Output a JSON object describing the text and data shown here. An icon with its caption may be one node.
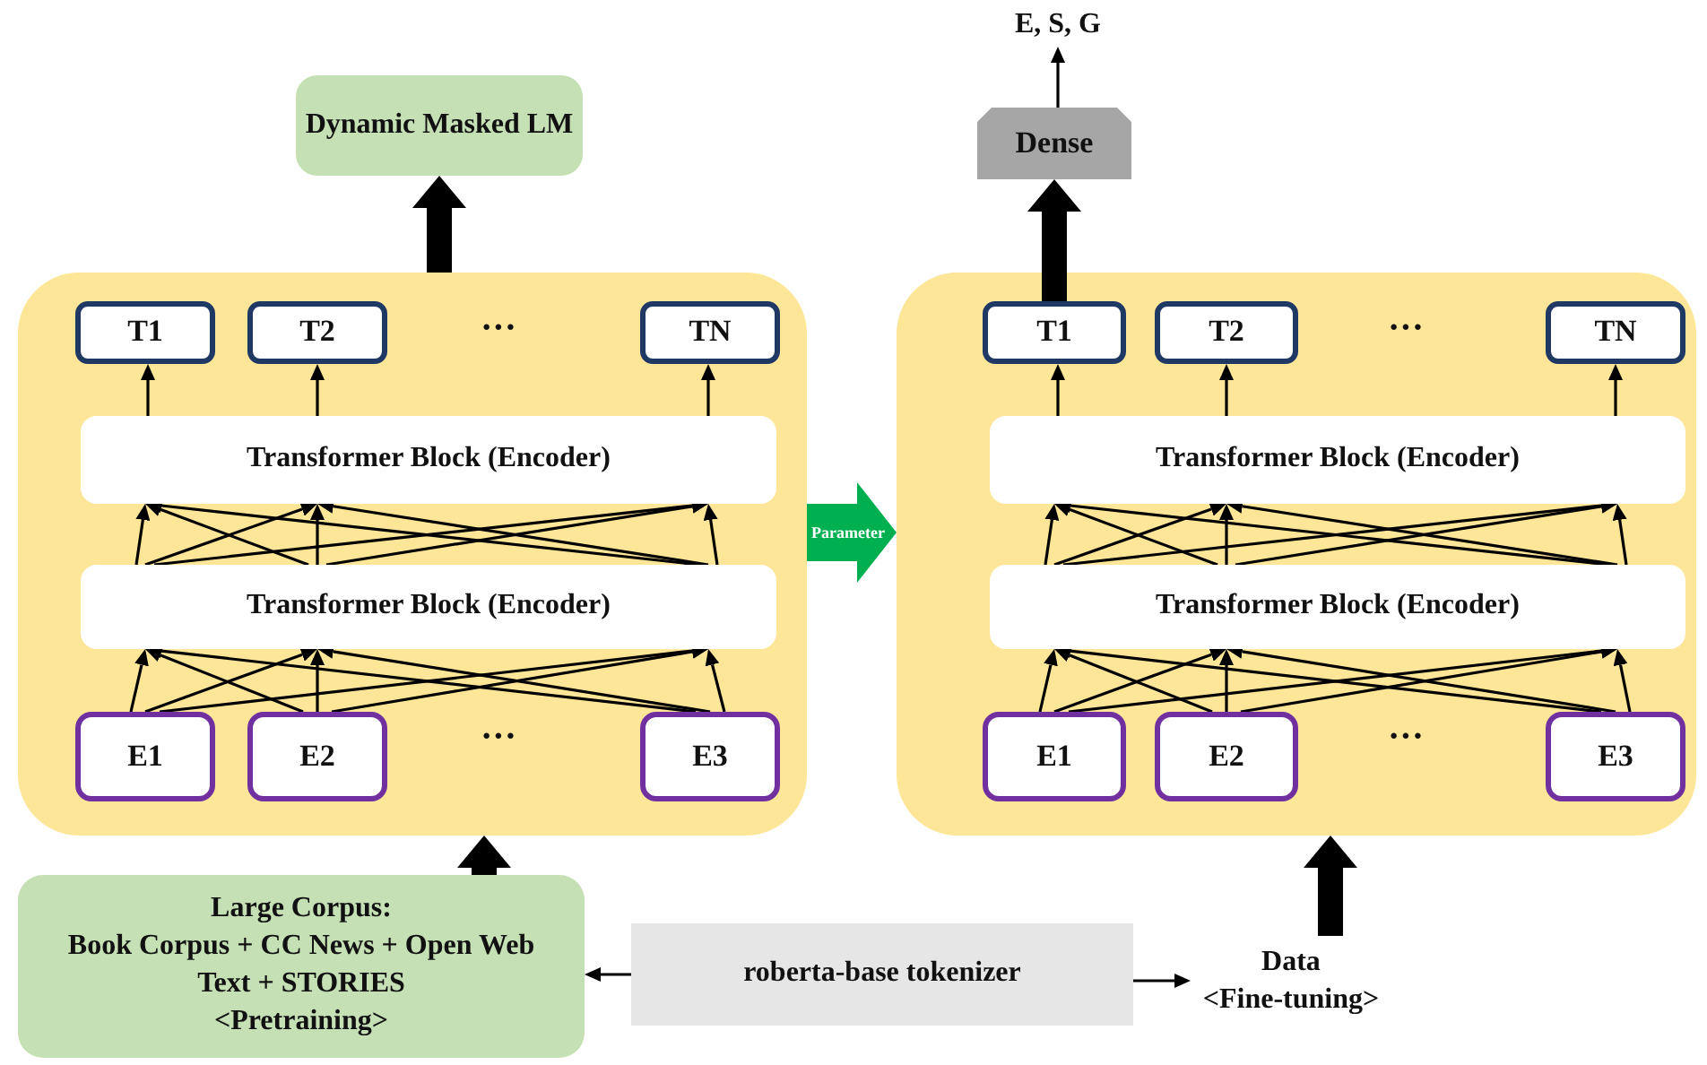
{
  "diagram": {
    "nodes": [
      {
        "text": [
          "E, S, G"
        ]
      },
      {
        "text": [
          "Dense"
        ]
      },
      {
        "text": [
          "Dynamic Masked LM"
        ]
      },
      {
        "text": [],
        "shape": "box"
      },
      {
        "text": [
          "T1"
        ],
        "in": 3
      },
      {
        "text": [
          "T2"
        ],
        "in": 3
      },
      {
        "text": [
          "TN"
        ],
        "in": 3
      },
      {
        "text": [
          "Transformer Block (Encoder)"
        ],
        "in": 3
      },
      {
        "text": [
          "Transformer Block (Encoder)"
        ],
        "in": 3
      },
      {
        "text": [
          "E1"
        ],
        "in": 3
      },
      {
        "text": [
          "E2"
        ],
        "in": 3
      },
      {
        "text": [
          "E3"
        ],
        "in": 3
      },
      {
        "text": [],
        "shape": "box"
      },
      {
        "text": [
          "T1"
        ],
        "in": 12
      },
      {
        "text": [
          "T2"
        ],
        "in": 12
      },
      {
        "text": [
          "TN"
        ],
        "in": 12
      },
      {
        "text": [
          "Transformer Block (Encoder)"
        ],
        "in": 12
      },
      {
        "text": [
          "Transformer Block (Encoder)"
        ],
        "in": 12
      },
      {
        "text": [
          "E1"
        ],
        "in": 12
      },
      {
        "text": [
          "E2"
        ],
        "in": 12
      },
      {
        "text": [
          "E3"
        ],
        "in": 12
      },
      {
        "text": [
          "Large Corpus:",
          "Book Corpus + CC News + Open Web Text + STORIES",
          "<Pretraining>"
        ]
      },
      {
        "text": [
          "roberta-base tokenizer"
        ]
      },
      {
        "text": [
          "Data",
          "<Fine-tuning>"
        ]
      }
    ],
    "edges": [
      {
        "from": 3,
        "to": 2,
        "arrow": "to",
        "style": "thick"
      },
      {
        "from": 7,
        "to": 4,
        "arrow": "to"
      },
      {
        "from": 7,
        "to": 5,
        "arrow": "to"
      },
      {
        "from": 7,
        "to": 6,
        "arrow": "to"
      },
      {
        "from": 8,
        "to": 7,
        "arrow": "to"
      },
      {
        "from": 8,
        "to": 7,
        "arrow": "to"
      },
      {
        "from": 8,
        "to": 7,
        "arrow": "to"
      },
      {
        "from": 8,
        "to": 7,
        "arrow": "to"
      },
      {
        "from": 8,
        "to": 7,
        "arrow": "to"
      },
      {
        "from": 8,
        "to": 7,
        "arrow": "to"
      },
      {
        "from": 8,
        "to": 7,
        "arrow": "to"
      },
      {
        "from": 8,
        "to": 7,
        "arrow": "to"
      },
      {
        "from": 8,
        "to": 7,
        "arrow": "to"
      },
      {
        "from": 9,
        "to": 8,
        "arrow": "to"
      },
      {
        "from": 9,
        "to": 8,
        "arrow": "to"
      },
      {
        "from": 9,
        "to": 8,
        "arrow": "to"
      },
      {
        "from": 10,
        "to": 8,
        "arrow": "to"
      },
      {
        "from": 10,
        "to": 8,
        "arrow": "to"
      },
      {
        "from": 10,
        "to": 8,
        "arrow": "to"
      },
      {
        "from": 11,
        "to": 8,
        "arrow": "to"
      },
      {
        "from": 11,
        "to": 8,
        "arrow": "to"
      },
      {
        "from": 11,
        "to": 8,
        "arrow": "to"
      },
      {
        "from": 3,
        "to": 12,
        "arrow": "to",
        "label": "Parameter",
        "style": "thick",
        "color": "#00b050"
      },
      {
        "from": 13,
        "to": 1,
        "arrow": "to",
        "style": "thick"
      },
      {
        "from": 1,
        "to": 0,
        "arrow": "to"
      },
      {
        "from": 16,
        "to": 13,
        "arrow": "to"
      },
      {
        "from": 16,
        "to": 14,
        "arrow": "to"
      },
      {
        "from": 16,
        "to": 15,
        "arrow": "to"
      },
      {
        "from": 17,
        "to": 16,
        "arrow": "to"
      },
      {
        "from": 17,
        "to": 16,
        "arrow": "to"
      },
      {
        "from": 17,
        "to": 16,
        "arrow": "to"
      },
      {
        "from": 17,
        "to": 16,
        "arrow": "to"
      },
      {
        "from": 17,
        "to": 16,
        "arrow": "to"
      },
      {
        "from": 17,
        "to": 16,
        "arrow": "to"
      },
      {
        "from": 17,
        "to": 16,
        "arrow": "to"
      },
      {
        "from": 17,
        "to": 16,
        "arrow": "to"
      },
      {
        "from": 17,
        "to": 16,
        "arrow": "to"
      },
      {
        "from": 18,
        "to": 17,
        "arrow": "to"
      },
      {
        "from": 18,
        "to": 17,
        "arrow": "to"
      },
      {
        "from": 18,
        "to": 17,
        "arrow": "to"
      },
      {
        "from": 19,
        "to": 17,
        "arrow": "to"
      },
      {
        "from": 19,
        "to": 17,
        "arrow": "to"
      },
      {
        "from": 19,
        "to": 17,
        "arrow": "to"
      },
      {
        "from": 20,
        "to": 17,
        "arrow": "to"
      },
      {
        "from": 20,
        "to": 17,
        "arrow": "to"
      },
      {
        "from": 20,
        "to": 17,
        "arrow": "to"
      },
      {
        "from": 21,
        "to": 3,
        "arrow": "to",
        "style": "thick"
      },
      {
        "from": 23,
        "to": 12,
        "arrow": "to",
        "style": "thick"
      },
      {
        "from": 22,
        "to": 21,
        "arrow": "to"
      },
      {
        "from": 22,
        "to": 23,
        "arrow": "to"
      }
    ],
    "labels": [
      "···",
      "···",
      "···",
      "···"
    ]
  }
}
